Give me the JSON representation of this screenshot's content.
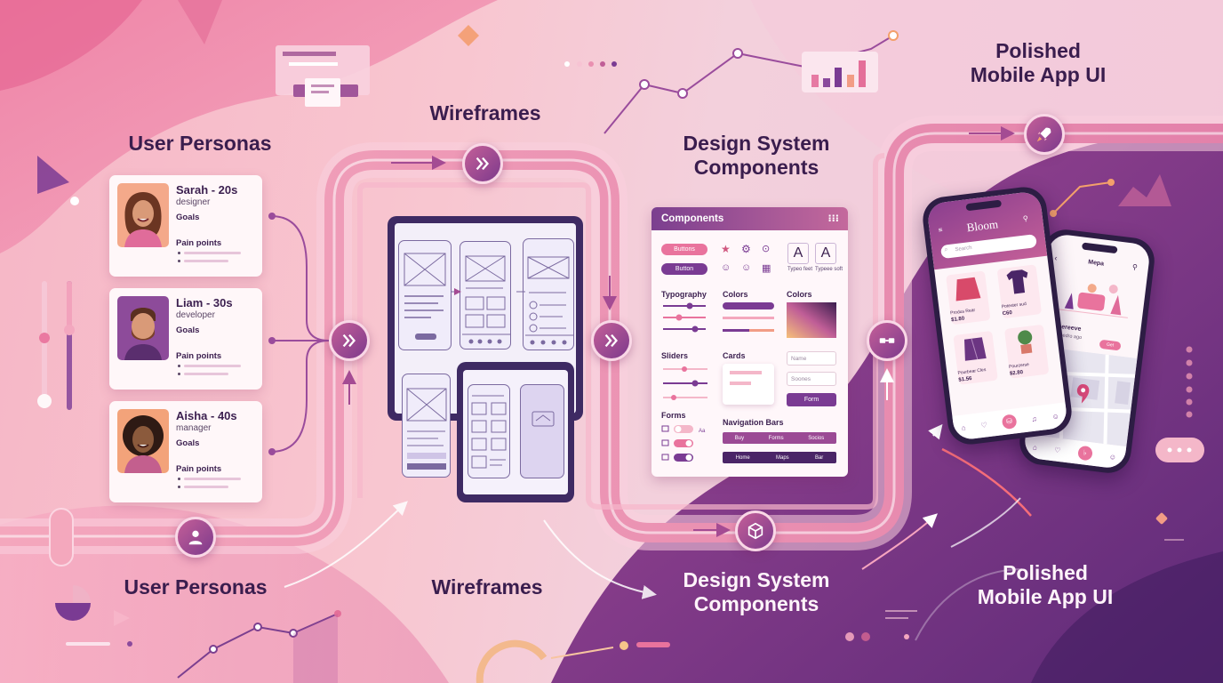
{
  "titles": {
    "personas_top": "User Personas",
    "wireframes_top": "Wireframes",
    "design_top_1": "Design System",
    "design_top_2": "Components",
    "polished_top_1": "Polished",
    "polished_top_2": "Mobile App UI",
    "personas_bottom": "User Personas",
    "wireframes_bottom": "Wireframes",
    "design_bottom_1": "Design System",
    "design_bottom_2": "Components",
    "polished_bottom_1": "Polished",
    "polished_bottom_2": "Mobile App UI"
  },
  "personas": [
    {
      "name": "Sarah - 20s",
      "role": "designer",
      "goals": "Goals",
      "pain": "Pain points"
    },
    {
      "name": "Liam - 30s",
      "role": "developer",
      "goals": "Goals",
      "pain": "Pain points"
    },
    {
      "name": "Aisha - 40s",
      "role": "manager",
      "goals": "Goals",
      "pain": "Pain points"
    }
  ],
  "components_panel": {
    "header": "Components",
    "buttons": [
      "Buttons",
      "Button"
    ],
    "type_samples": [
      {
        "glyph": "A",
        "label": "Typeo feet"
      },
      {
        "glyph": "A",
        "label": "Typeee soft"
      }
    ],
    "sections": {
      "typography": "Typography",
      "colors_1": "Colors",
      "colors_2": "Colors",
      "sliders": "Sliders",
      "cards": "Cards",
      "forms": "Forms",
      "nav_bars": "Navigation Bars"
    },
    "inputs": [
      "Name",
      "Soones"
    ],
    "form_button": "Form",
    "nav1": [
      "Buy",
      "Forms",
      "Socios"
    ],
    "nav2": [
      "Home",
      "Maps",
      "Bar"
    ]
  },
  "phone1": {
    "brand": "Bloom",
    "search": "Search",
    "products": [
      {
        "name": "Produs Rear",
        "price": "$1.80"
      },
      {
        "name": "Potester sud",
        "price": "C60"
      },
      {
        "name": "Pourbear Cles",
        "price": "$1.56"
      },
      {
        "name": "Pourzerse",
        "price": "$2.80"
      }
    ]
  },
  "phone2": {
    "title": "Mepa",
    "headline": "E mpereeve",
    "sub": "E celsmedro ago",
    "cta": "Get"
  },
  "colors": {
    "accent": "#7d3a8c",
    "pink": "#e07aa6",
    "dark": "#3a1d4e"
  }
}
